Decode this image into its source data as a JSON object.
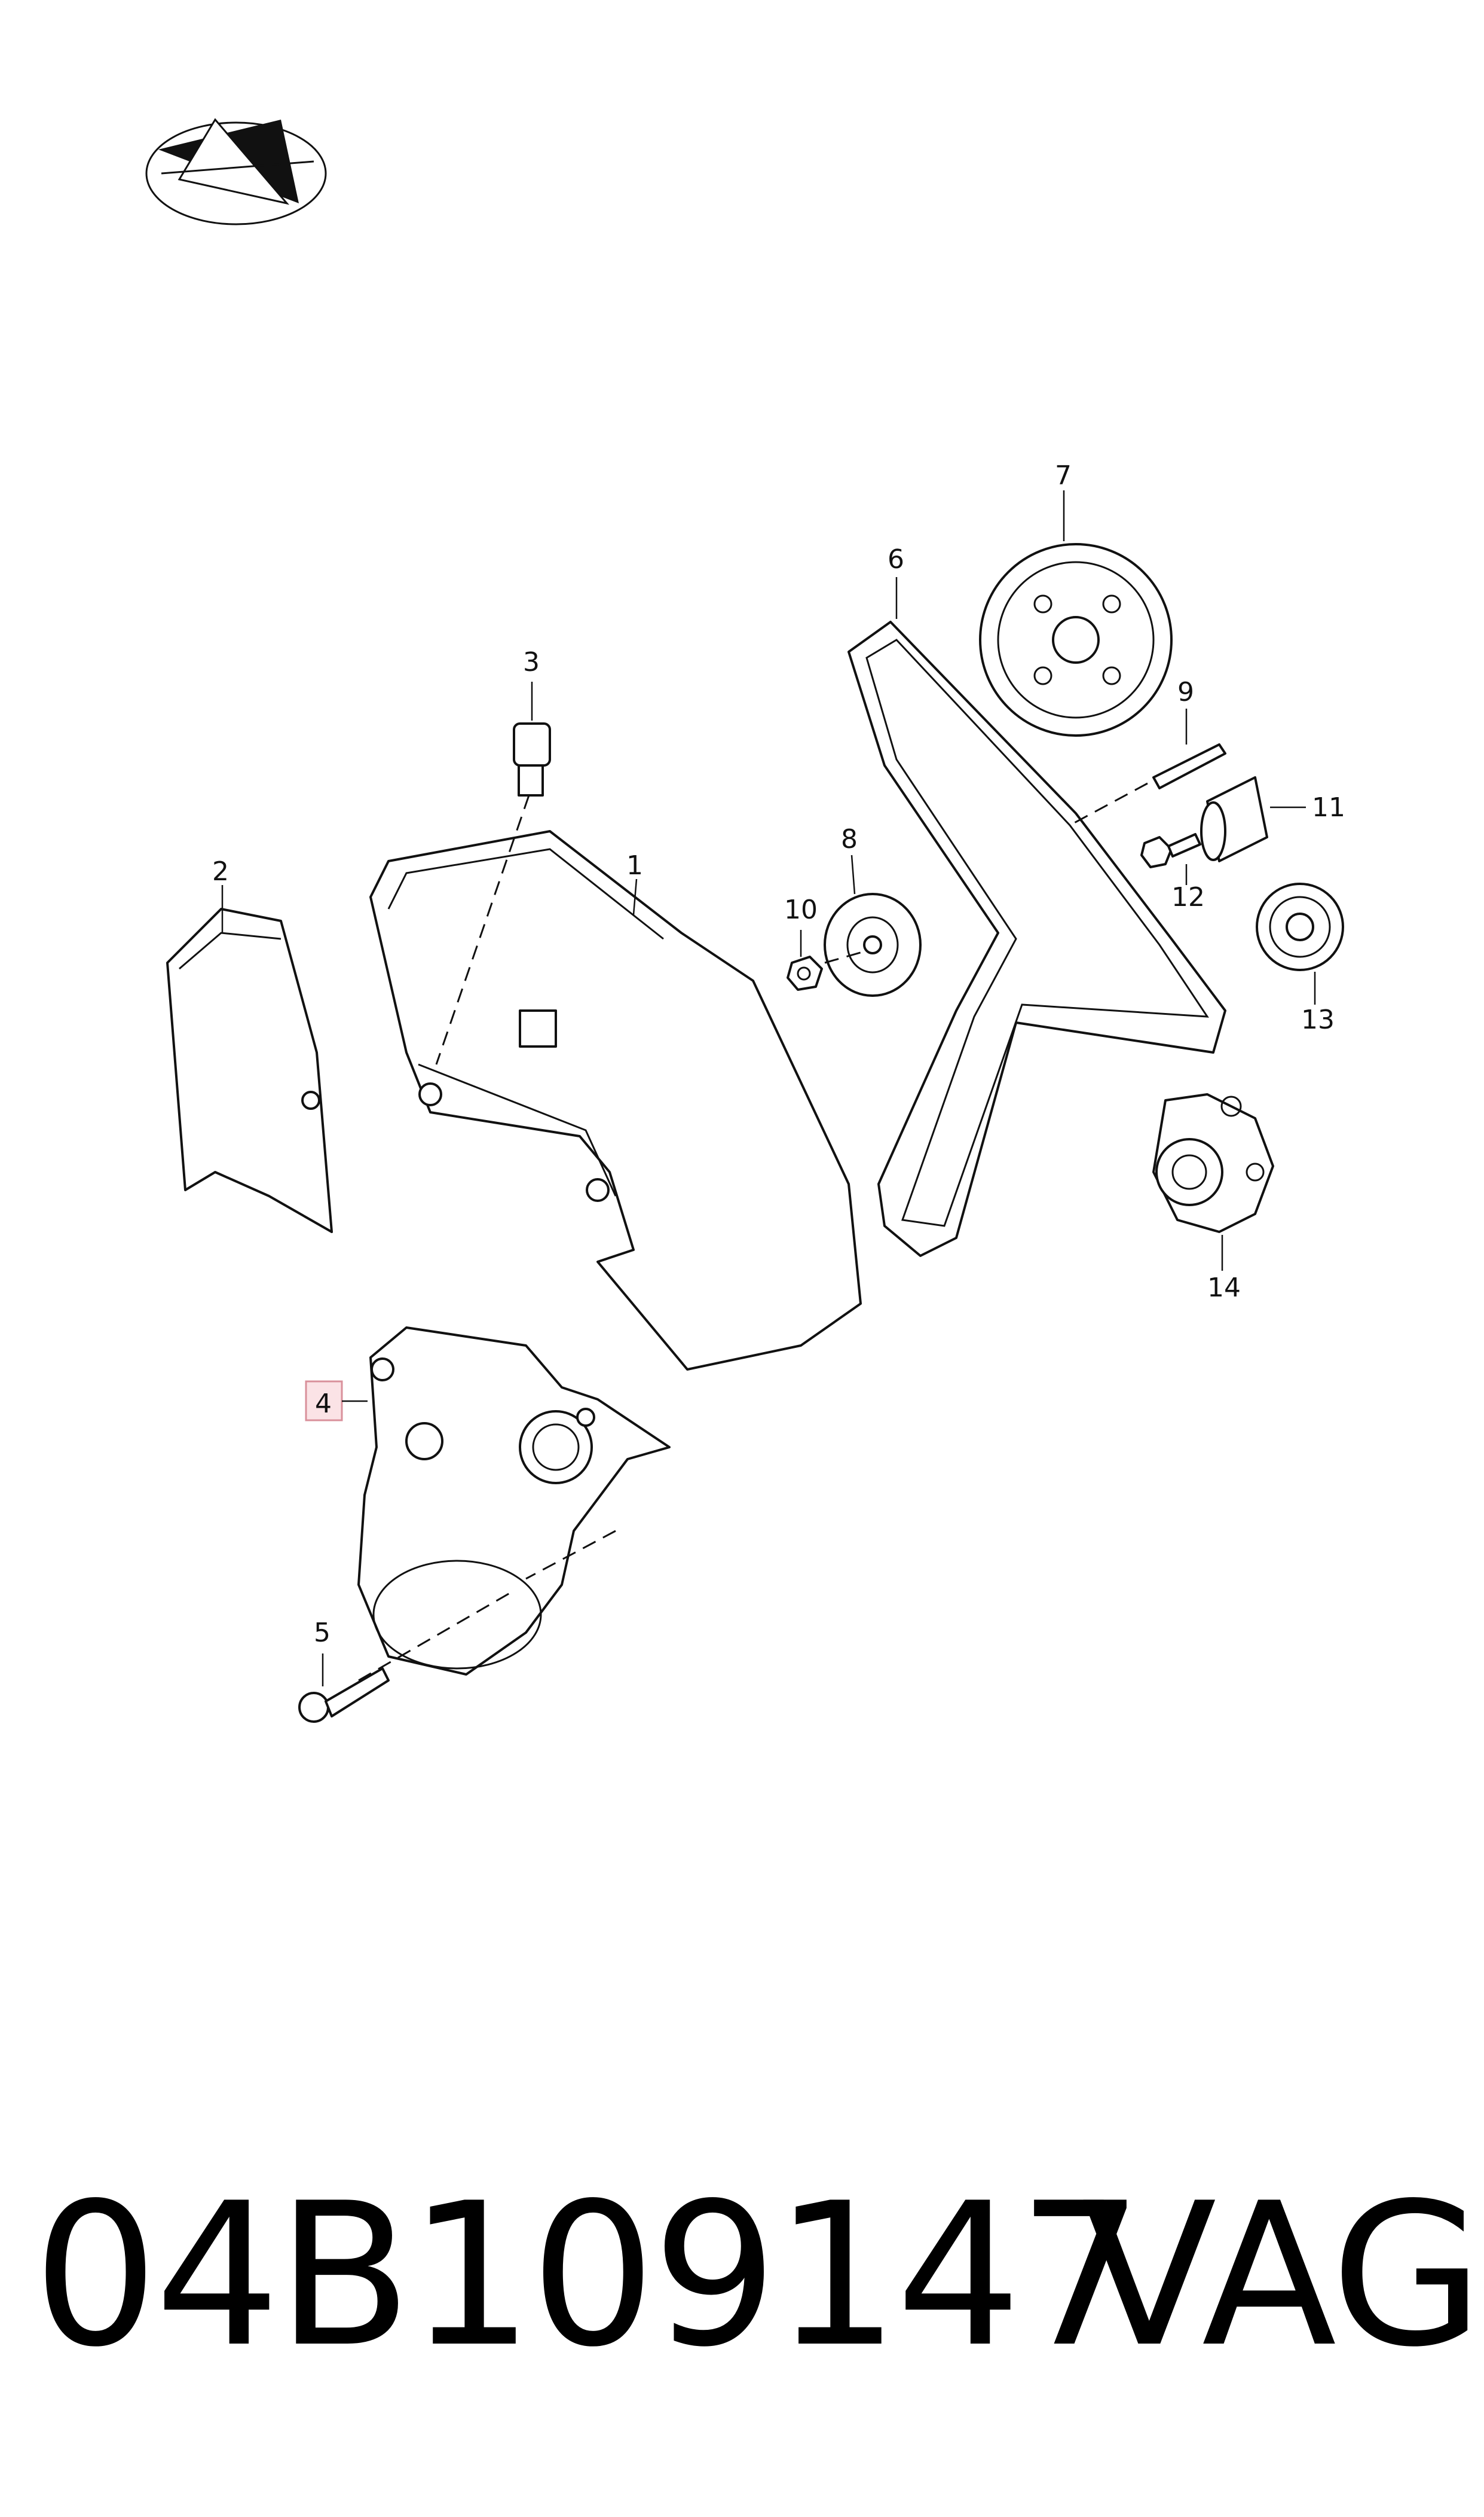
{
  "callouts": {
    "c1": "1",
    "c2": "2",
    "c3": "3",
    "c4": "4",
    "c5": "5",
    "c6": "6",
    "c7": "7",
    "c8": "8",
    "c9": "9",
    "c10": "10",
    "c11": "11",
    "c12": "12",
    "c13": "13",
    "c14": "14"
  },
  "highlighted_callout": "4",
  "footer": {
    "part_number": "04B109147",
    "brand": "VAG"
  },
  "icons": {
    "logo": "compass-emblem-icon"
  },
  "colors": {
    "line": "#111111",
    "highlight_fill": "#fbe3e6",
    "highlight_border": "#d9909b"
  }
}
